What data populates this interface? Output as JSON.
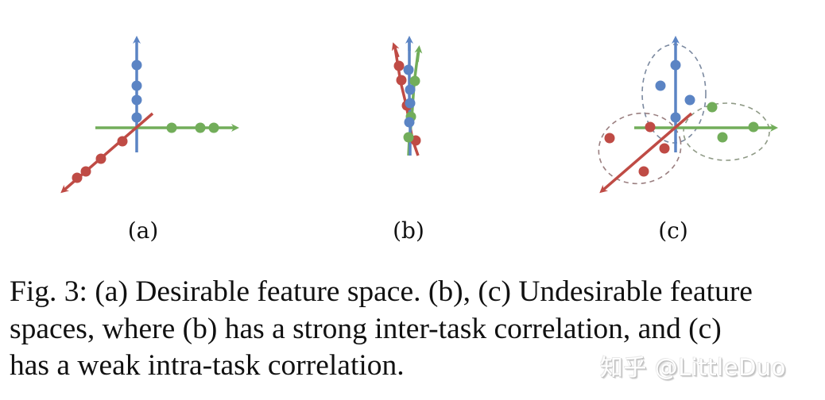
{
  "figure": {
    "panels": [
      {
        "id": "a",
        "label": "(a)",
        "description": "Desirable feature space: three orthogonal task axes with points lying along each axis"
      },
      {
        "id": "b",
        "label": "(b)",
        "description": "Three nearly parallel, intertwined task axes with points overlapping (strong inter-task correlation)"
      },
      {
        "id": "c",
        "label": "(c)",
        "description": "Three orthogonal task axes with points scattered in dashed ellipses around each axis (weak intra-task correlation)"
      }
    ],
    "colors": {
      "task_blue": "#5b84c4",
      "task_green": "#72ad5a",
      "task_red": "#bf4b45",
      "ellipse_dash": "#8a8a9a"
    }
  },
  "caption": {
    "lines": [
      "Fig. 3: (a) Desirable feature space. (b), (c) Undesirable feature",
      "spaces, where (b) has a strong inter-task correlation, and (c)",
      "has a weak intra-task correlation."
    ]
  },
  "watermark": {
    "text": "知乎 @LittleDuo"
  }
}
